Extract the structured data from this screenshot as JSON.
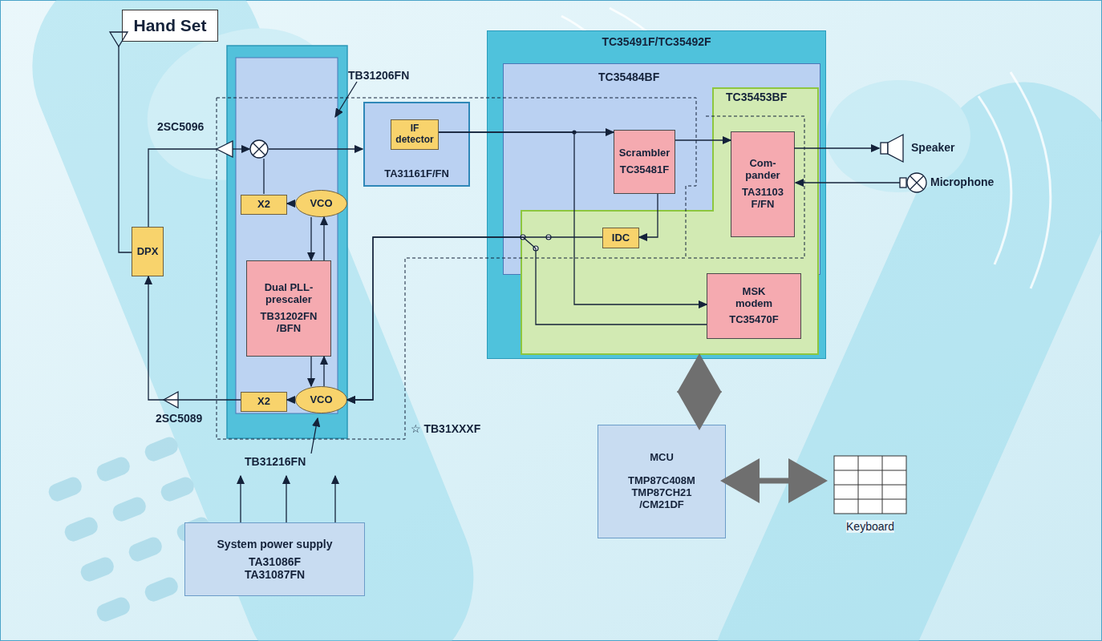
{
  "diagram": {
    "nodes": [
      {
        "text": [
          "Hand Set"
        ]
      },
      {
        "text": [
          "TC35491F/TC35492F"
        ]
      },
      {
        "text": [
          "TC35484BF"
        ],
        "in": 1
      },
      {
        "text": [
          "Scrambler",
          "TC35481F"
        ],
        "in": 2
      },
      {
        "text": [
          "TC35453BF"
        ],
        "in": 1
      },
      {
        "text": [
          "Com- pander",
          "TA31103 F/FN"
        ],
        "in": 4
      },
      {
        "text": [
          "IDC"
        ],
        "in": 4
      },
      {
        "text": [
          "MSK modem",
          "TC35470F"
        ],
        "in": 4
      },
      {
        "text": [
          "TA31161F/FN"
        ]
      },
      {
        "text": [
          "IF detector"
        ],
        "in": 8
      },
      {
        "text": [
          "X2"
        ]
      },
      {
        "text": [
          "VCO"
        ]
      },
      {
        "text": [
          "Dual PLL- prescaler",
          "TB31202FN /BFN"
        ]
      },
      {
        "text": [
          "X2"
        ]
      },
      {
        "text": [
          "VCO"
        ]
      },
      {
        "text": [
          "DPX"
        ]
      },
      {
        "text": [
          "MCU",
          "TMP87C408M TMP87CH21 /CM21DF"
        ]
      },
      {
        "text": [
          "Keyboard"
        ]
      },
      {
        "text": [
          "System power supply",
          "TA31086F TA31087FN"
        ]
      }
    ],
    "edges": [
      {
        "from": 9,
        "to": 3,
        "arrow": "to"
      },
      {
        "from": 9,
        "to": 7,
        "arrow": "to"
      },
      {
        "from": 3,
        "to": 5,
        "arrow": "to"
      },
      {
        "from": 3,
        "to": 6,
        "arrow": "to"
      },
      {
        "from": 6,
        "to": 14,
        "arrow": "to"
      },
      {
        "from": 7,
        "to": 14,
        "arrow": "to"
      },
      {
        "from": 11,
        "to": 12,
        "arrow": "to"
      },
      {
        "from": 12,
        "to": 11,
        "arrow": "to"
      },
      {
        "from": 12,
        "to": 14,
        "arrow": "to"
      },
      {
        "from": 14,
        "to": 12,
        "arrow": "to"
      },
      {
        "from": 11,
        "to": 10,
        "arrow": "to"
      },
      {
        "from": 14,
        "to": 13,
        "arrow": "to"
      },
      {
        "from": 13,
        "to": 15,
        "arrow": "to"
      },
      {
        "from": 16,
        "to": 1,
        "arrow": "both"
      },
      {
        "from": 17,
        "to": 16,
        "arrow": "both"
      }
    ],
    "labels": [
      "2SC5096",
      "2SC5089",
      "TB31206FN",
      "TB31216FN",
      "☆ TB31XXXF",
      "Speaker",
      "Microphone"
    ]
  }
}
